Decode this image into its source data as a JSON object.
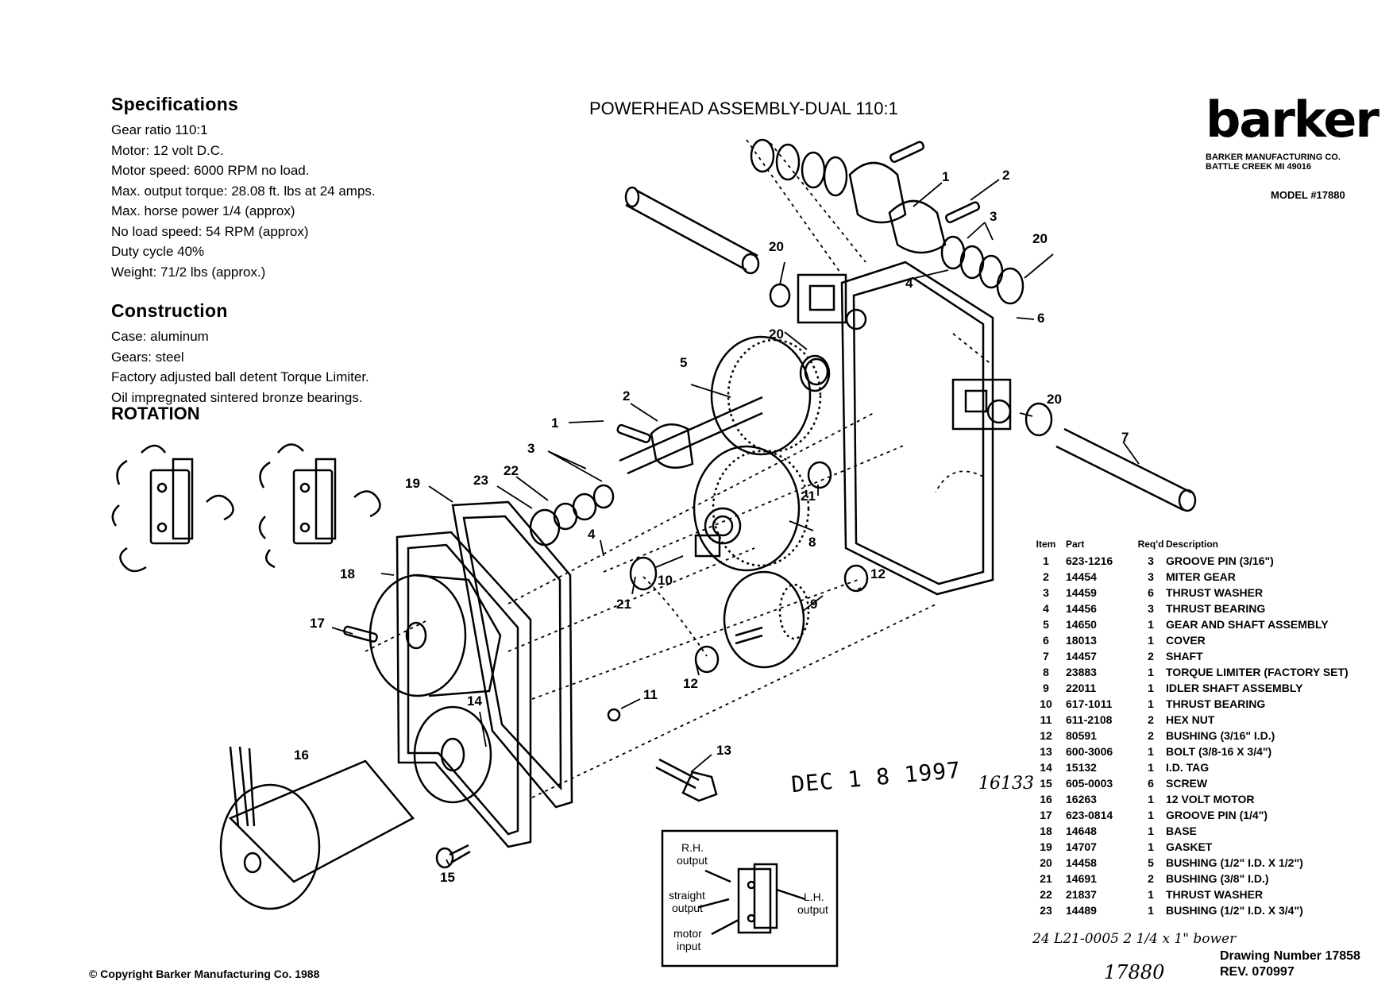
{
  "title": "POWERHEAD ASSEMBLY-DUAL  110:1",
  "brand": {
    "logo": "barker",
    "company_line1": "BARKER MANUFACTURING CO.",
    "company_line2": "BATTLE CREEK  MI  49016",
    "model": "MODEL #17880"
  },
  "specifications": {
    "heading": "Specifications",
    "lines": [
      "Gear ratio 110:1",
      "Motor: 12 volt D.C.",
      "Motor speed: 6000 RPM no load.",
      "Max. output torque: 28.08 ft. lbs at 24 amps.",
      "Max. horse power 1/4 (approx)",
      "No load speed: 54 RPM (approx)",
      "Duty cycle 40%",
      "Weight: 71/2 lbs (approx.)"
    ]
  },
  "construction": {
    "heading": "Construction",
    "lines": [
      "Case: aluminum",
      "Gears: steel",
      "Factory adjusted ball detent Torque Limiter.",
      "Oil impregnated sintered bronze bearings."
    ]
  },
  "rotation_heading": "ROTATION",
  "parts_list": {
    "headers": [
      "Item",
      "Part",
      "Req'd",
      "Description"
    ],
    "rows": [
      [
        "1",
        "623-1216",
        "3",
        "GROOVE PIN (3/16\")"
      ],
      [
        "2",
        "14454",
        "3",
        "MITER GEAR"
      ],
      [
        "3",
        "14459",
        "6",
        "THRUST WASHER"
      ],
      [
        "4",
        "14456",
        "3",
        "THRUST BEARING"
      ],
      [
        "5",
        "14650",
        "1",
        "GEAR AND SHAFT ASSEMBLY"
      ],
      [
        "6",
        "18013",
        "1",
        "COVER"
      ],
      [
        "7",
        "14457",
        "2",
        "SHAFT"
      ],
      [
        "8",
        "23883",
        "1",
        "TORQUE LIMITER  (FACTORY SET)"
      ],
      [
        "9",
        "22011",
        "1",
        "IDLER SHAFT ASSEMBLY"
      ],
      [
        "10",
        "617-1011",
        "1",
        "THRUST BEARING"
      ],
      [
        "11",
        "611-2108",
        "2",
        "HEX NUT"
      ],
      [
        "12",
        "80591",
        "2",
        "BUSHING (3/16\" I.D.)"
      ],
      [
        "13",
        "600-3006",
        "1",
        "BOLT (3/8-16 X 3/4\")"
      ],
      [
        "14",
        "15132",
        "1",
        "I.D. TAG"
      ],
      [
        "15",
        "605-0003",
        "6",
        "SCREW"
      ],
      [
        "16",
        "16263",
        "1",
        "12 VOLT MOTOR"
      ],
      [
        "17",
        "623-0814",
        "1",
        "GROOVE PIN (1/4\")"
      ],
      [
        "18",
        "14648",
        "1",
        "BASE"
      ],
      [
        "19",
        "14707",
        "1",
        "GASKET"
      ],
      [
        "20",
        "14458",
        "5",
        "BUSHING (1/2\" I.D. X 1/2\")"
      ],
      [
        "21",
        "14691",
        "2",
        "BUSHING (3/8\" I.D.)"
      ],
      [
        "22",
        "21837",
        "1",
        "THRUST WASHER"
      ],
      [
        "23",
        "14489",
        "1",
        "BUSHING (1/2\" I.D. X 3/4\")"
      ]
    ],
    "handwritten_row": "24  L21-0005  2   1/4 x 1\" bower",
    "handwritten_side": "16133",
    "drawing_number": "Drawing Number 17858",
    "revision": "REV.  070997"
  },
  "date_stamp": "DEC 1 8 1997",
  "handwritten_bottom": "17880",
  "copyright": "© Copyright Barker Manufacturing Co. 1988",
  "callouts": [
    "1",
    "2",
    "3",
    "20",
    "20",
    "4",
    "6",
    "20",
    "5",
    "20",
    "2",
    "1",
    "3",
    "22",
    "23",
    "19",
    "21",
    "8",
    "4",
    "10",
    "21",
    "12",
    "18",
    "9",
    "17",
    "12",
    "11",
    "14",
    "13",
    "16",
    "15",
    "7"
  ],
  "output_box": {
    "rh": [
      "R.H.",
      "output"
    ],
    "straight": [
      "straight",
      "output"
    ],
    "lh": [
      "L.H.",
      "output"
    ],
    "motor": [
      "motor",
      "input"
    ]
  },
  "colors": {
    "ink": "#000000",
    "background": "#ffffff"
  }
}
